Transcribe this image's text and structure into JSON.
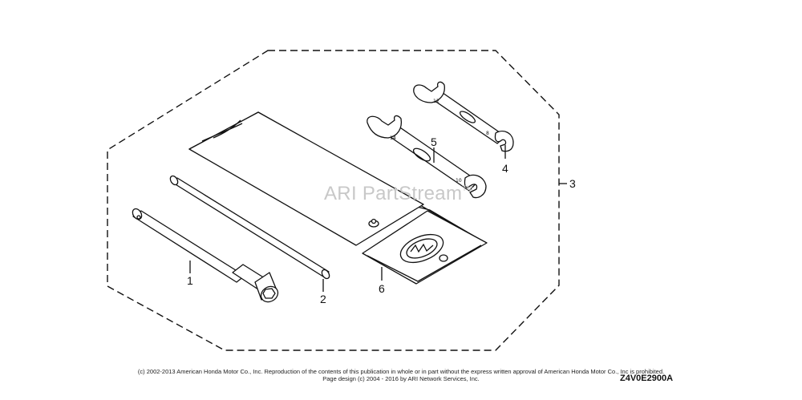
{
  "callouts": [
    {
      "id": "1",
      "label": "1"
    },
    {
      "id": "2",
      "label": "2"
    },
    {
      "id": "3",
      "label": "3"
    },
    {
      "id": "4",
      "label": "4"
    },
    {
      "id": "5",
      "label": "5"
    },
    {
      "id": "6",
      "label": "6"
    }
  ],
  "watermark": {
    "text": "ARI PartStream",
    "mark": "TM"
  },
  "footer": {
    "copyright": "(c) 2002-2013 American Honda Motor Co., Inc. Reproduction of the contents of this publication in whole or in part without the express written approval of American Honda Motor Co., Inc is prohibited.",
    "page_design": "Page design (c) 2004 - 2016 by ARI Network Services, Inc.",
    "drawing_code": "Z4V0E2900A"
  }
}
